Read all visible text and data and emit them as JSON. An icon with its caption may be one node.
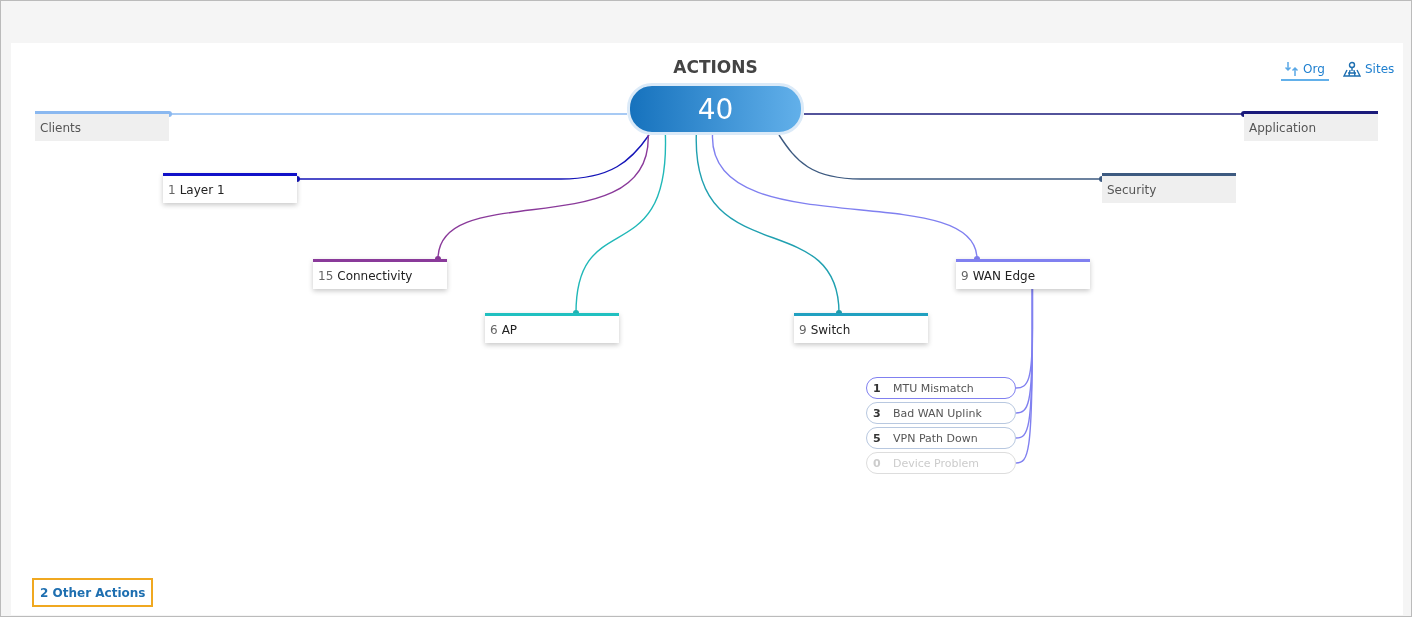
{
  "diagram": {
    "nodes": [
      {
        "text": [
          "ACTIONS",
          "40"
        ]
      },
      {
        "text": [
          "Clients"
        ]
      },
      {
        "text": [
          "Application"
        ]
      },
      {
        "text": [
          "1",
          "Layer 1"
        ]
      },
      {
        "text": [
          "Security"
        ]
      },
      {
        "text": [
          "15",
          "Connectivity"
        ]
      },
      {
        "text": [
          "6",
          "AP"
        ]
      },
      {
        "text": [
          "9",
          "Switch"
        ]
      },
      {
        "text": [
          "9",
          "WAN Edge"
        ]
      },
      {
        "text": [
          "1",
          "MTU Mismatch"
        ]
      },
      {
        "text": [
          "3",
          "Bad WAN Uplink"
        ]
      },
      {
        "text": [
          "5",
          "VPN Path Down"
        ]
      },
      {
        "text": [
          "0",
          "Device Problem"
        ]
      }
    ],
    "edges": [
      {
        "from": 0,
        "to": 1,
        "arrow": "other",
        "color": "#8ab8f0"
      },
      {
        "from": 0,
        "to": 2,
        "arrow": "other",
        "color": "#1a1a7a"
      },
      {
        "from": 0,
        "to": 3,
        "arrow": "other",
        "color": "#1515b8"
      },
      {
        "from": 0,
        "to": 4,
        "arrow": "other",
        "color": "#3d5a80"
      },
      {
        "from": 0,
        "to": 5,
        "arrow": "other",
        "color": "#8a3a9a"
      },
      {
        "from": 0,
        "to": 6,
        "arrow": "other",
        "color": "#20b8b8"
      },
      {
        "from": 0,
        "to": 7,
        "arrow": "other",
        "color": "#20a0b0"
      },
      {
        "from": 0,
        "to": 8,
        "arrow": "other",
        "color": "#8080f0"
      },
      {
        "from": 8,
        "to": 9,
        "arrow": "none",
        "color": "#8080f0"
      },
      {
        "from": 8,
        "to": 10,
        "arrow": "none",
        "color": "#8080f0"
      },
      {
        "from": 8,
        "to": 11,
        "arrow": "none",
        "color": "#8080f0"
      },
      {
        "from": 8,
        "to": 12,
        "arrow": "none",
        "color": "#8080f0"
      }
    ],
    "labels": [
      "Org",
      "Sites",
      "2 Other Actions"
    ]
  }
}
